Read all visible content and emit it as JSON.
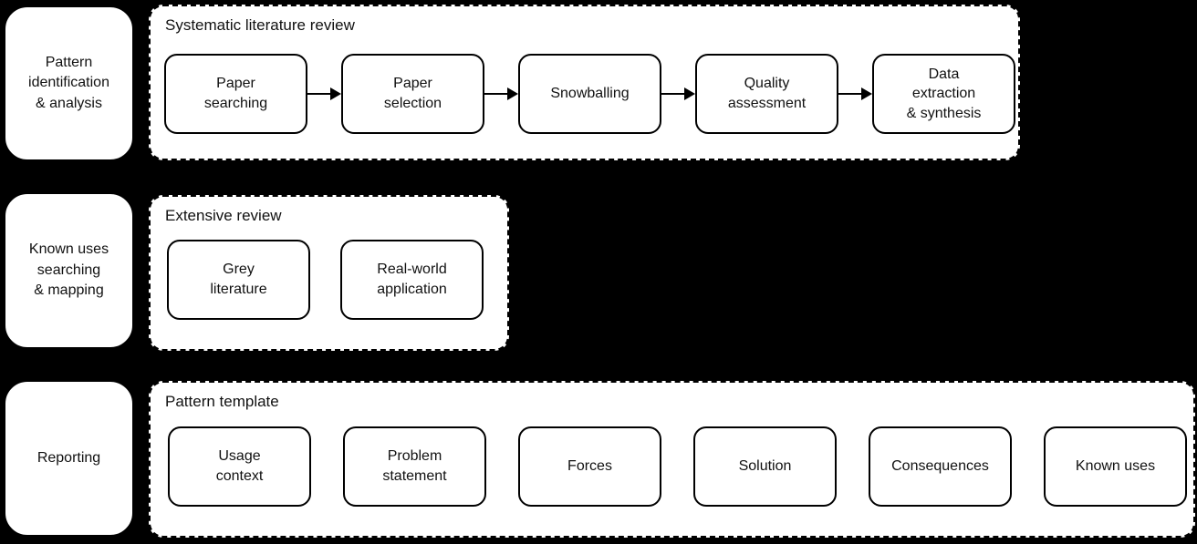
{
  "diagram": {
    "colors": {
      "background": "#000000",
      "box_fill": "#ffffff",
      "stroke": "#000000",
      "text": "#111111"
    },
    "rows": [
      {
        "phase_label": "Pattern\nidentification\n& analysis",
        "group_title": "Systematic literature review",
        "connector": "arrow",
        "steps": [
          "Paper\nsearching",
          "Paper\nselection",
          "Snowballing",
          "Quality\nassessment",
          "Data\nextraction\n& synthesis"
        ]
      },
      {
        "phase_label": "Known uses\nsearching\n& mapping",
        "group_title": "Extensive review",
        "connector": "none",
        "steps": [
          "Grey\nliterature",
          "Real-world\napplication"
        ]
      },
      {
        "phase_label": "Reporting",
        "group_title": "Pattern template",
        "connector": "none",
        "steps": [
          "Usage\ncontext",
          "Problem\nstatement",
          "Forces",
          "Solution",
          "Consequences",
          "Known uses"
        ]
      }
    ]
  }
}
